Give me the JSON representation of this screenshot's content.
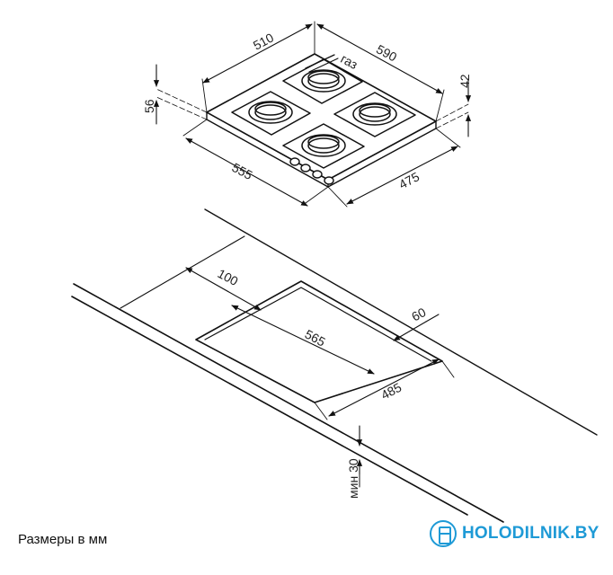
{
  "hob": {
    "width_back": "510",
    "depth_right": "590",
    "gas_label": "газ",
    "height_left": "56",
    "height_right": "42",
    "width_front": "555",
    "depth_front": "475"
  },
  "cutout": {
    "setback_back": "100",
    "setback_side": "60",
    "cut_width": "565",
    "cut_depth": "485",
    "worktop_min": "мин 30"
  },
  "footer": {
    "caption": "Размеры в мм",
    "brand": "HOLODILNIK.BY"
  },
  "colors": {
    "brand": "#1e9ad6",
    "line": "#111111"
  }
}
